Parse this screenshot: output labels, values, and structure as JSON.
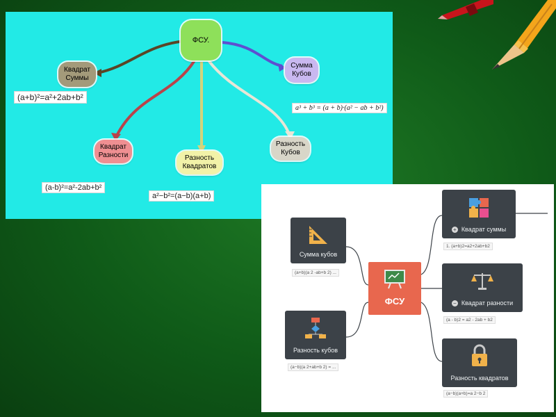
{
  "mindmap1": {
    "center": "ФСУ.",
    "nodes": {
      "square_sum": "Квадрат Суммы",
      "cube_sum": "Сумма Кубов",
      "square_diff": "Квадрат Разности",
      "diff_squares": "Разность Квадратов",
      "diff_cubes": "Разность Кубов"
    },
    "formulas": {
      "square_sum": "(a+b)²=a²+2ab+b²",
      "cube_sum": "a³ + b³ = (a + b)·(a² − ab + b²)",
      "square_diff": "(a-b)²=a²-2ab+b²",
      "diff_squares": "a²−b²=(a−b)(a+b)"
    }
  },
  "mindmap2": {
    "center": "ФСУ",
    "cards": {
      "cube_sum": {
        "label": "Сумма кубов",
        "note": "(a+b)(a 2 -ab+b 2) ..."
      },
      "diff_cubes": {
        "label": "Разность кубов",
        "note": "(a−b)(a 2+ab+b 2) = ..."
      },
      "square_sum": {
        "label": "Квадрат суммы",
        "note": "1. (a+b)2=a2+2ab+b2",
        "badge": "+"
      },
      "square_diff": {
        "label": "Квадрат разности",
        "note": "(a - b)2 = a2 - 2ab + b2",
        "badge": "−"
      },
      "diff_squares": {
        "label": "Разность квадратов",
        "note": "(a−b)(a+b)=a 2−b 2"
      }
    }
  },
  "colors": {
    "background": "#157020",
    "panel1_bg": "#22eae6",
    "center_node": "#8ee05a",
    "square_sum_node": "#a39a7a",
    "cube_sum_node": "#c9b8f0",
    "square_diff_node": "#ef8f92",
    "diff_squares_node": "#f2f2a8",
    "diff_cubes_node": "#d8d6c8",
    "card": "#3c4248",
    "center_card": "#e8674e"
  },
  "icons": [
    "red-crayon-icon",
    "pencil-icon",
    "ruler-triangle-icon",
    "flowchart-icon",
    "board-icon",
    "puzzle-icon",
    "scales-icon",
    "padlock-icon"
  ]
}
